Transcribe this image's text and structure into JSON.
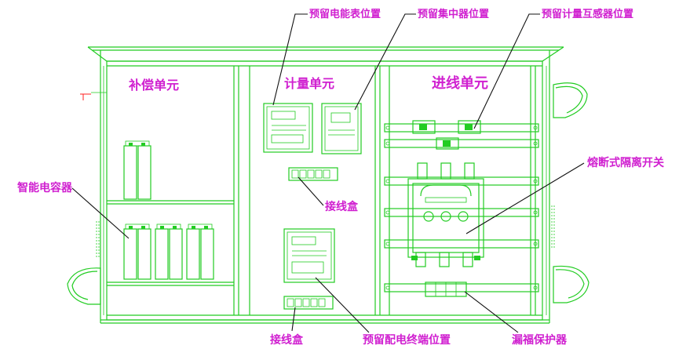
{
  "units": {
    "compensation": "补偿单元",
    "metering": "计量单元",
    "incoming": "进线单元"
  },
  "labels": {
    "meter_reserved": "预留电能表位置",
    "concentrator_reserved": "预留集中器位置",
    "ct_reserved": "预留计量互感器位置",
    "capacitor": "智能电容器",
    "junction_box_1": "接线盒",
    "junction_box_2": "接线盒",
    "fuse_switch": "熔断式隔离开关",
    "terminal_reserved": "预留配电终端位置",
    "leakage_protector": "漏福保护器"
  },
  "colors": {
    "line": "#22cc22",
    "label": "#d020d0",
    "leader": "#111111"
  }
}
